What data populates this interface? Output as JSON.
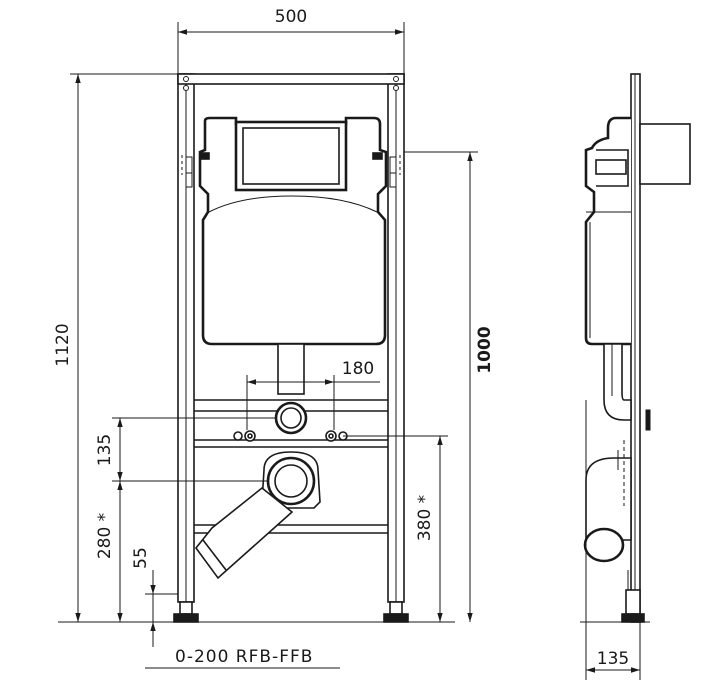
{
  "dimensions": {
    "width_top": "500",
    "height_total": "1120",
    "height_actuator": "1000",
    "pipe_spacing": "180",
    "drain_offset": "135",
    "drain_height": "280 *",
    "feet_height": "55",
    "bolt_height": "380 *",
    "adjust_range": "0-200  RFB-FFB",
    "side_depth": "135"
  },
  "colors": {
    "line": "#1a1a1a",
    "background": "#ffffff"
  }
}
